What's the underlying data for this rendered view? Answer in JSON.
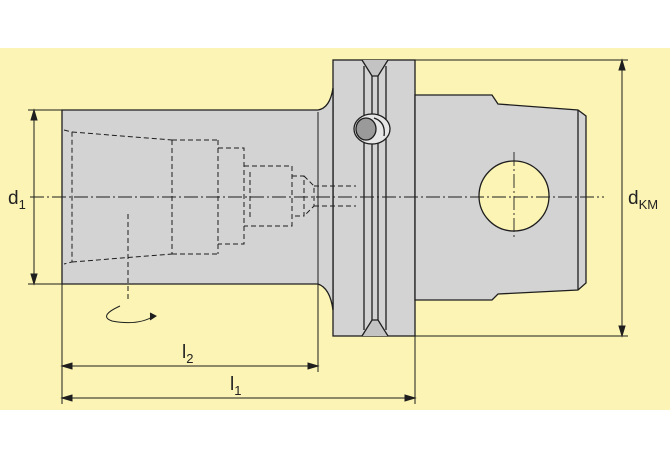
{
  "drawing": {
    "background_color": "#fbf4b4",
    "part_fill": "#d3d3d3",
    "part_highlight": "#e6e6e6",
    "hole_fill": "#fbf4b4",
    "line_color": "#1e1e1e",
    "dimension_color": "#1e1e1e"
  },
  "labels": {
    "d1": {
      "main": "d",
      "sub": "1"
    },
    "dkm": {
      "main": "d",
      "sub": "KM"
    },
    "l1": {
      "main": "l",
      "sub": "1"
    },
    "l2": {
      "main": "l",
      "sub": "2"
    }
  }
}
